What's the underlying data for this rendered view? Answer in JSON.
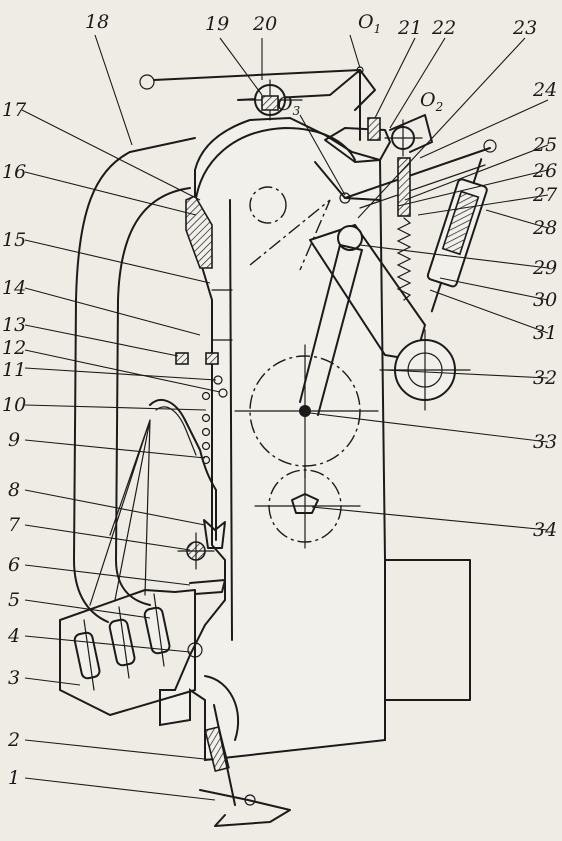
{
  "labels": {
    "n1": "1",
    "n2": "2",
    "n3": "3",
    "n4": "4",
    "n5": "5",
    "n6": "6",
    "n7": "7",
    "n8": "8",
    "n9": "9",
    "n10": "10",
    "n11": "11",
    "n12": "12",
    "n13": "13",
    "n14": "14",
    "n15": "15",
    "n16": "16",
    "n17": "17",
    "n18": "18",
    "n19": "19",
    "n20": "20",
    "n21": "21",
    "n22": "22",
    "n23": "23",
    "n24": "24",
    "n25": "25",
    "n26": "26",
    "n27": "27",
    "n28": "28",
    "n29": "29",
    "n30": "30",
    "n31": "31",
    "n32": "32",
    "n33": "33",
    "n34": "34"
  },
  "pivots": {
    "o1": "O",
    "o1_sub": "1",
    "o2": "O",
    "o2_sub": "2",
    "o3": "O",
    "o3_sub": "3"
  }
}
